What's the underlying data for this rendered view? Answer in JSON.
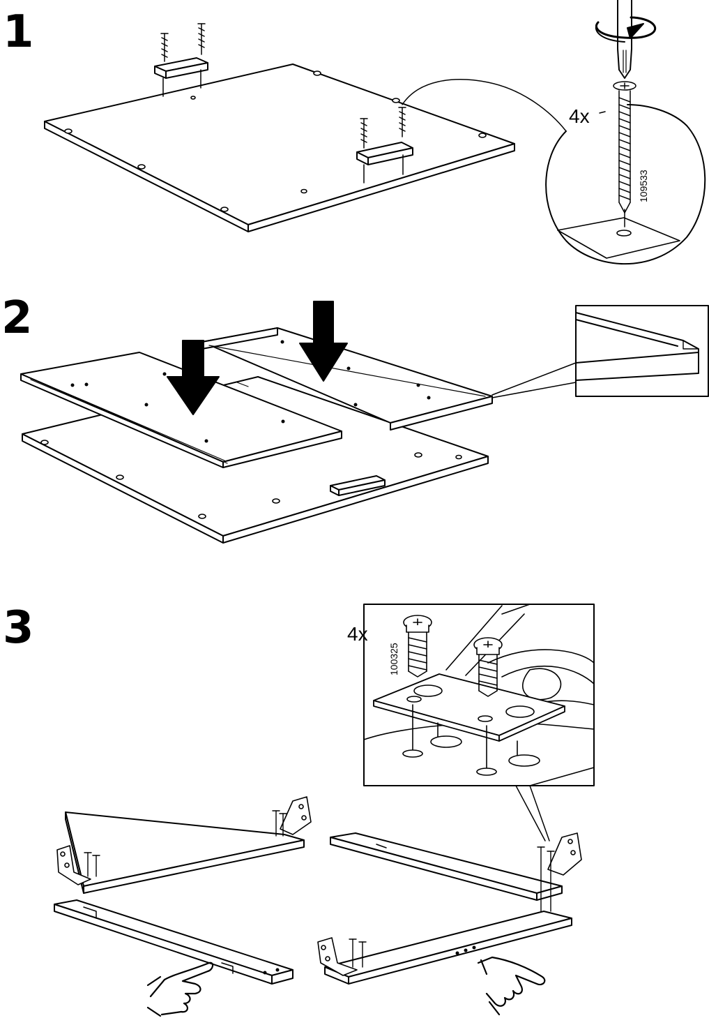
{
  "steps": {
    "s1": {
      "number": "1",
      "detail": {
        "quantity": "4x",
        "part_number": "109533"
      }
    },
    "s2": {
      "number": "2"
    },
    "s3": {
      "number": "3",
      "detail": {
        "quantity": "4x",
        "part_number": "100325"
      }
    }
  },
  "icons": {
    "rotate": "rotate-arrow-icon",
    "arrow": "down-arrow-icon",
    "hand": "pointing-hand-icon"
  },
  "colors": {
    "ink": "#000000",
    "paper": "#ffffff",
    "arrow_fill": "#000000"
  }
}
